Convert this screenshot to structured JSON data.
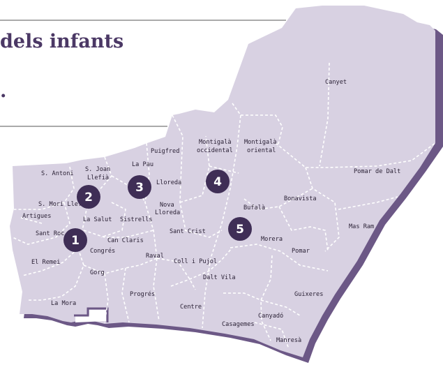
{
  "header": {
    "title": "dels infants",
    "title_tail": "."
  },
  "colors": {
    "land": "#d8d1e2",
    "shadow": "#6c5886",
    "border": "#ffffff",
    "district_circle": "#3f2e56",
    "title": "#4b3865"
  },
  "districts": [
    {
      "number": "1"
    },
    {
      "number": "2"
    },
    {
      "number": "3"
    },
    {
      "number": "4"
    },
    {
      "number": "5"
    }
  ],
  "neighborhoods": [
    {
      "name": "Canyet"
    },
    {
      "name": "Pomar de Dalt"
    },
    {
      "name": "Mas Ram"
    },
    {
      "name": "Montigalà"
    },
    {
      "name": "occidental"
    },
    {
      "name": "Montigalà"
    },
    {
      "name": "oriental"
    },
    {
      "name": "Puigfred"
    },
    {
      "name": "La Pau"
    },
    {
      "name": "Lloreda"
    },
    {
      "name": "S. Antoni"
    },
    {
      "name": "S. Joan"
    },
    {
      "name": "Llefià"
    },
    {
      "name": "S. Mori Llefià"
    },
    {
      "name": "Artigues"
    },
    {
      "name": "La Salut"
    },
    {
      "name": "Sistrells"
    },
    {
      "name": "Nova"
    },
    {
      "name": "Lloreda"
    },
    {
      "name": "Sant Crist"
    },
    {
      "name": "Bufalà"
    },
    {
      "name": "Bonavista"
    },
    {
      "name": "Sant Roc"
    },
    {
      "name": "Congrés"
    },
    {
      "name": "Can Claris"
    },
    {
      "name": "Raval"
    },
    {
      "name": "Coll i Pujol"
    },
    {
      "name": "Morera"
    },
    {
      "name": "Pomar"
    },
    {
      "name": "El Remei"
    },
    {
      "name": "Gorg"
    },
    {
      "name": "Dalt Vila"
    },
    {
      "name": "Progrés"
    },
    {
      "name": "Guixeres"
    },
    {
      "name": "La Mora"
    },
    {
      "name": "Centre"
    },
    {
      "name": "Canyadó"
    },
    {
      "name": "Casagemes"
    },
    {
      "name": "Manresà"
    }
  ]
}
